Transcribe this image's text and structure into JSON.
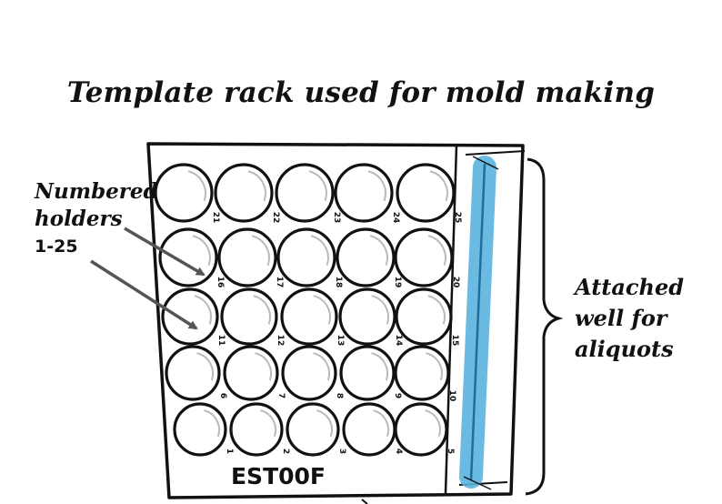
{
  "title": "Template rack used for mold making",
  "labels": {
    "holders_line1": "Numbered",
    "holders_line2": "holders",
    "holders_range": "1-25",
    "well_line1": "Attached",
    "well_line2": "well for",
    "well_line3": "aliquots"
  },
  "rack": {
    "label": "EST00F",
    "rows": [
      [
        "21",
        "22",
        "23",
        "24",
        "25"
      ],
      [
        "16",
        "17",
        "18",
        "19",
        "20"
      ],
      [
        "11",
        "12",
        "13",
        "14",
        "15"
      ],
      [
        "6",
        "7",
        "8",
        "9",
        "10"
      ],
      [
        "1",
        "2",
        "3",
        "4",
        "5"
      ]
    ]
  },
  "colors": {
    "ink": "#111111",
    "well_fill": "#5bb3de",
    "arrow": "#555555"
  }
}
